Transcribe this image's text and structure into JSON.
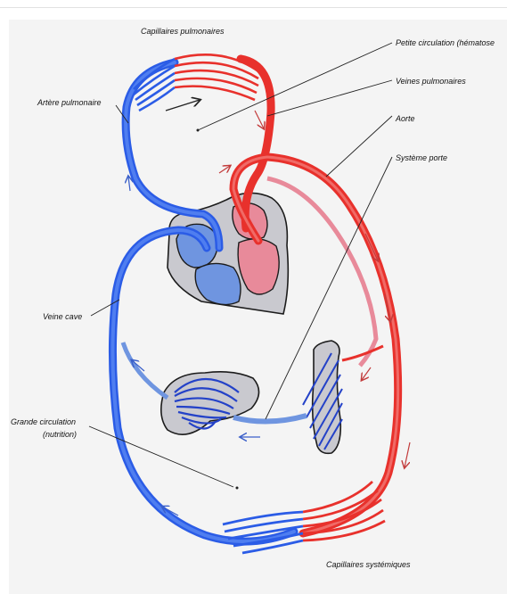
{
  "labels": {
    "capillaires_pulmonaires": "Capillaires pulmonaires",
    "petite_circulation": "Petite circulation (hématose",
    "veines_pulmonaires": "Veines pulmonaires",
    "artere_pulmonaire": "Artère pulmonaire",
    "aorte": "Aorte",
    "systeme_porte": "Système porte",
    "veine_cave": "Veine cave",
    "grande_circulation_line1": "Grande circulation",
    "grande_circulation_line2": "(nutrition)",
    "capillaires_systemiques": "Capillaires systémiques"
  },
  "colors": {
    "arterial_red": "#e8312c",
    "venous_blue": "#2b5ce6",
    "light_red": "#e88a9a",
    "light_blue": "#6f95e0",
    "organ_gray": "#c9c9cf",
    "outline": "#1c1c1c"
  }
}
